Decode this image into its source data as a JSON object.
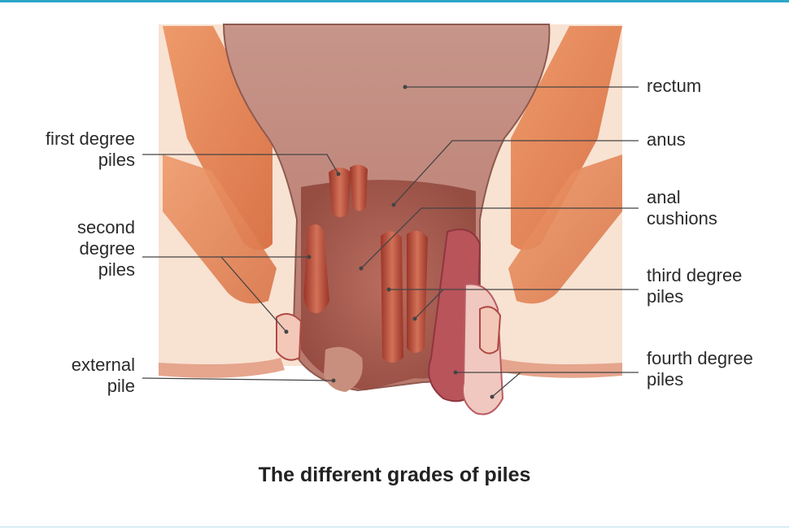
{
  "labels": {
    "rectum": "rectum",
    "anus": "anus",
    "anal_cushions": "anal\ncushions",
    "third_degree": "third degree\npiles",
    "fourth_degree": "fourth degree\npiles",
    "first_degree": "first degree\npiles",
    "second_degree": "second\ndegree\npiles",
    "external": "external\npile"
  },
  "caption": "The different grades of piles",
  "colors": {
    "background": "#ffffff",
    "panel": "#f8e2d2",
    "muscle": "#e58a5b",
    "rectum": "#cf9d92",
    "canal": "#a85a50",
    "pile": "#b84a3d",
    "accent_rule": "#2aa6c9",
    "leader": "#444444"
  }
}
